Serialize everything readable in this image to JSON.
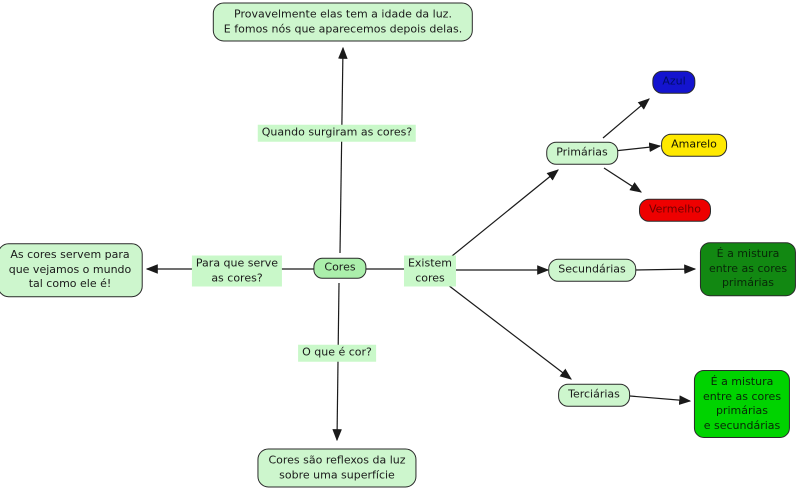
{
  "diagram": {
    "type": "concept-map",
    "topic": "Cores",
    "palette": {
      "node_fill": "#cdf6cd",
      "center_node_fill": "#abefab",
      "link_label_bg": "#c9f8c9",
      "border": "#2a2a2a",
      "line": "#1a1a1a",
      "blue": "#1414cf",
      "yellow": "#ffe900",
      "red": "#ee0000",
      "dark_green": "#128812",
      "bright_green": "#00d300"
    },
    "nodes": {
      "center": {
        "label": "Cores"
      },
      "existem": {
        "label": "Existem\ncores"
      },
      "top_statement": {
        "label": "Provavelmente elas tem a idade da luz.\nE fomos nós que aparecemos depois delas."
      },
      "left_statement": {
        "label": "As cores servem para\nque vejamos o mundo\ntal como ele é!"
      },
      "bottom_statement": {
        "label": "Cores são reflexos da luz\nsobre uma superfície"
      },
      "primarias": {
        "label": "Primárias"
      },
      "azul": {
        "label": "Azul",
        "color": "#1414cf"
      },
      "amarelo": {
        "label": "Amarelo",
        "color": "#ffe900"
      },
      "vermelho": {
        "label": "Vermelho",
        "color": "#ee0000"
      },
      "secundarias": {
        "label": "Secundárias"
      },
      "secundarias_desc": {
        "label": "É a mistura\nentre as cores\nprimárias",
        "color": "#128812"
      },
      "terciarias": {
        "label": "Terciárias"
      },
      "terciarias_desc": {
        "label": "É a mistura\nentre as cores\nprimárias\ne secundárias",
        "color": "#00d300"
      }
    },
    "link_labels": {
      "when": {
        "label": "Quando surgiram as cores?"
      },
      "purpose": {
        "label": "Para que serve\nas cores?"
      },
      "what": {
        "label": "O que é cor?"
      }
    }
  }
}
